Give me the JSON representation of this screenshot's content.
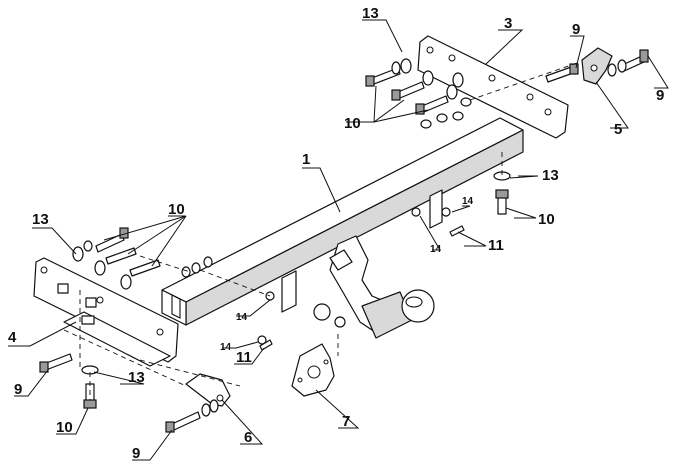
{
  "callouts": {
    "c1": "1",
    "c3": "3",
    "c4": "4",
    "c5": "5",
    "c6": "6",
    "c7": "7",
    "c9_top": "9",
    "c9_right": "9",
    "c9_left": "9",
    "c9_bottom": "9",
    "c10_top": "10",
    "c10_right": "10",
    "c10_left": "10",
    "c10_bottom": "10",
    "c11_right": "11",
    "c11_left": "11",
    "c13_top": "13",
    "c13_right": "13",
    "c13_left": "13",
    "c13_bottom": "13",
    "c14_r1": "14",
    "c14_r2": "14",
    "c14_l1": "14",
    "c14_l2": "14"
  }
}
